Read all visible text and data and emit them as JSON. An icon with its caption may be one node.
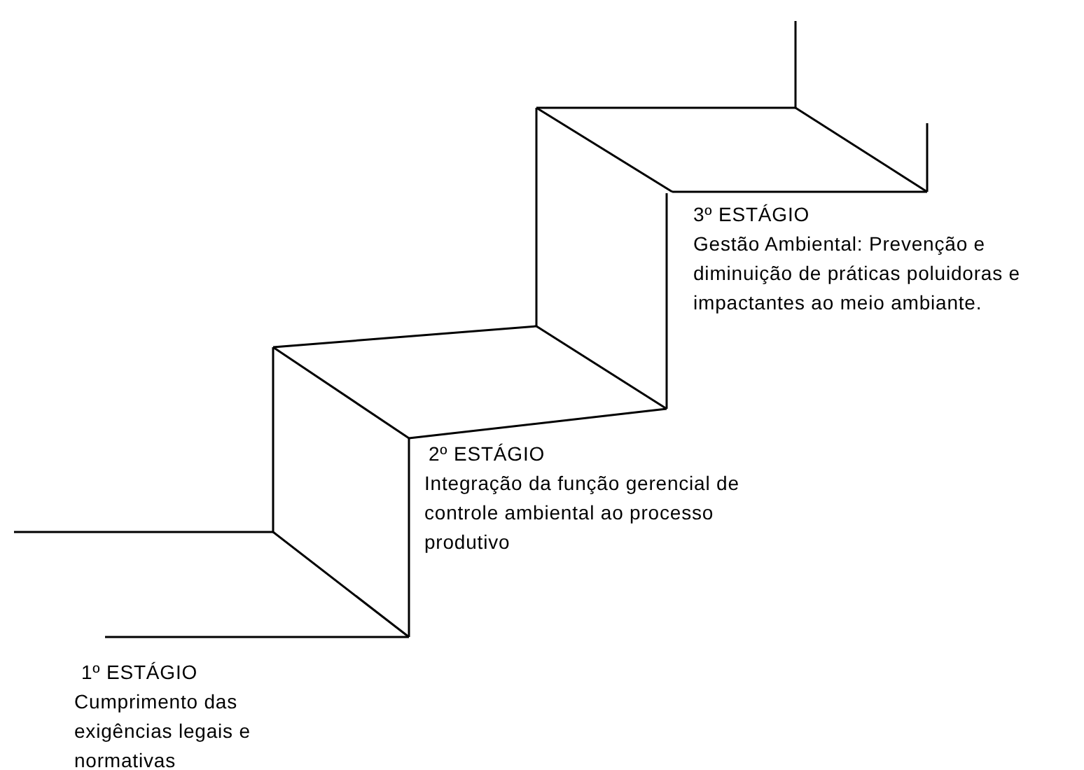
{
  "diagram": {
    "labels": [
      "3º ESTÁGIO",
      "Gestão Ambiental: Prevenção e diminuição de práticas poluidoras e impactantes ao meio ambiante.",
      "2º ESTÁGIO",
      "Integração da função gerencial de controle ambiental ao processo produtivo",
      "1º ESTÁGIO",
      "Cumprimento das exigências legais e normativas"
    ]
  }
}
